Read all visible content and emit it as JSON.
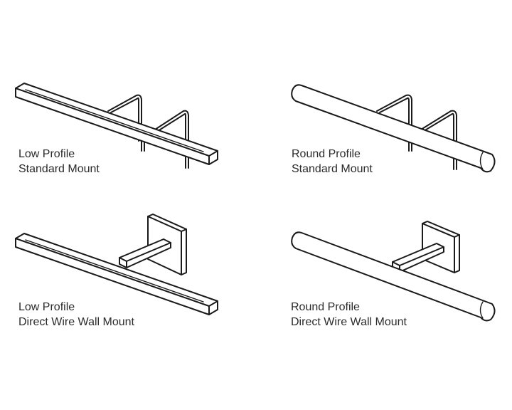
{
  "variants": [
    {
      "line1": "Low Profile",
      "line2": "Standard Mount"
    },
    {
      "line1": "Round Profile",
      "line2": "Standard Mount"
    },
    {
      "line1": "Low Profile",
      "line2": "Direct Wire Wall Mount"
    },
    {
      "line1": "Round Profile",
      "line2": "Direct Wire Wall Mount"
    }
  ]
}
